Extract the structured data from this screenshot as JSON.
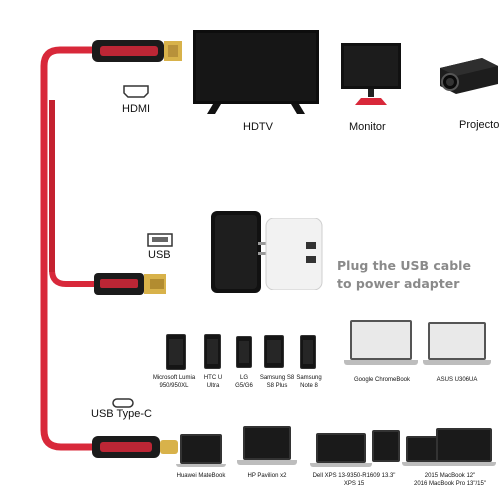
{
  "ports": {
    "hdmi": "HDMI",
    "usb": "USB",
    "usb_type_c": "USB Type-C"
  },
  "displays": [
    {
      "label": "HDTV"
    },
    {
      "label": "Monitor"
    },
    {
      "label": "Projector"
    }
  ],
  "adapter_text": {
    "line1": "Plug the USB cable",
    "line2": "to power adapter"
  },
  "phones": [
    {
      "line1": "Microsoft Lumia",
      "line2": "950/950XL"
    },
    {
      "line1": "HTC U",
      "line2": "Ultra"
    },
    {
      "line1": "LG",
      "line2": "G5/G6"
    },
    {
      "line1": "Samsung S8",
      "line2": "S8 Plus"
    },
    {
      "line1": "Samsung",
      "line2": "Note 8"
    },
    {
      "line1": "Google ChromeBook",
      "line2": ""
    },
    {
      "line1": "ASUS U306UA",
      "line2": ""
    }
  ],
  "laptops": [
    {
      "line1": "Huawei MateBook",
      "line2": ""
    },
    {
      "line1": "HP Pavilion x2",
      "line2": ""
    },
    {
      "line1": "Dell XPS 13-9350-R1609 13.3\"",
      "line2": "XPS 15"
    },
    {
      "line1": "2015 MacBook 12\"",
      "line2": "2016 MacBook Pro 13\"/15\""
    }
  ],
  "colors": {
    "cable_red": "#d8283a",
    "connector_black": "#1b1b1b",
    "gold": "#d8b24a"
  }
}
